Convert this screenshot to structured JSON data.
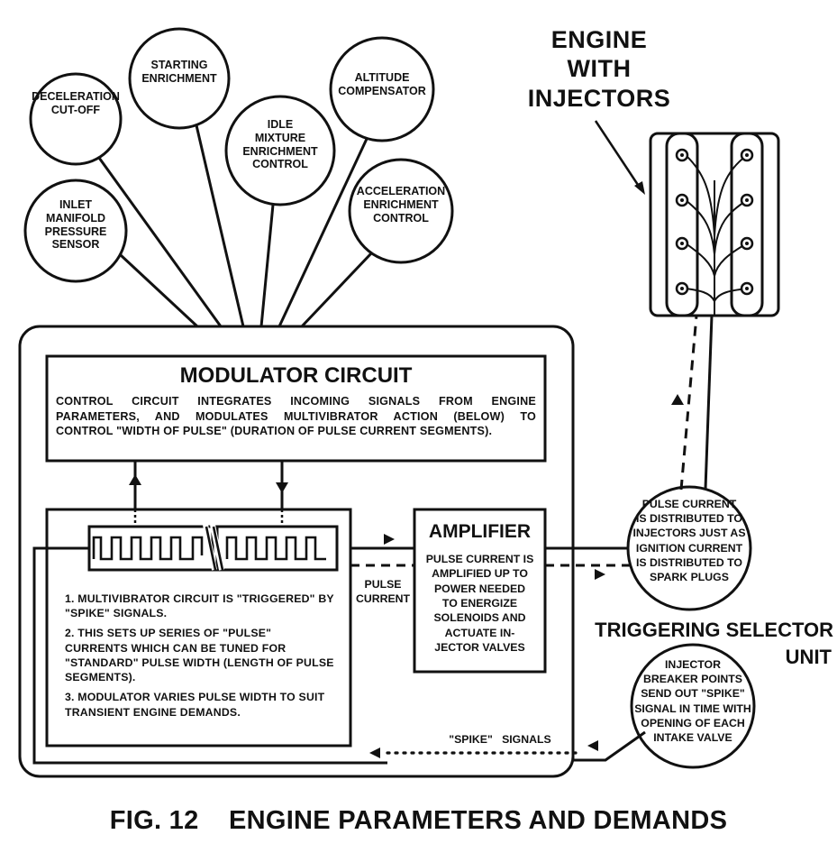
{
  "sensors": {
    "deceleration": [
      "DECELERATION",
      "CUT-OFF"
    ],
    "inlet": [
      "INLET",
      "MANIFOLD",
      "PRESSURE",
      "SENSOR"
    ],
    "starting": [
      "STARTING",
      "ENRICHMENT"
    ],
    "idle": [
      "IDLE",
      "MIXTURE",
      "ENRICHMENT",
      "CONTROL"
    ],
    "altitude": [
      "ALTITUDE",
      "COMPENSATOR"
    ],
    "acceleration": [
      "ACCELERATION",
      "ENRICHMENT",
      "CONTROL"
    ]
  },
  "engine_label": [
    "ENGINE",
    "WITH",
    "INJECTORS"
  ],
  "modulator": {
    "title": "MODULATOR CIRCUIT",
    "text": [
      "CONTROL CIRCUIT INTEGRATES INCOMING SIGNALS FROM ENGINE",
      "PARAMETERS, AND MODULATES MULTIVIBRATOR ACTION (BELOW) TO",
      "CONTROL \"WIDTH OF PULSE\" (DURATION OF PULSE CURRENT SEGMENTS)."
    ]
  },
  "multivibrator": {
    "step1": "1. MULTIVIBRATOR CIRCUIT IS \"TRIGGERED\" BY \"SPIKE\" SIGNALS.",
    "step2": "2. THIS SETS UP SERIES OF \"PULSE\" CURRENTS WHICH CAN BE TUNED FOR \"STANDARD\" PULSE WIDTH (LENGTH OF PULSE SEGMENTS).",
    "step3": "3. MODULATOR VARIES PULSE WIDTH TO SUIT TRANSIENT ENGINE DEMANDS."
  },
  "amplifier": {
    "title": "AMPLIFIER",
    "lines": [
      "PULSE CURRENT IS",
      "AMPLIFIED UP TO",
      "POWER NEEDED",
      "TO ENERGIZE",
      "SOLENOIDS AND",
      "ACTUATE IN-",
      "JECTOR VALVES"
    ]
  },
  "pulse_current_label": [
    "PULSE",
    "CURRENT"
  ],
  "distribution": [
    "PULSE CURRENT",
    "IS DISTRIBUTED TO",
    "INJECTORS JUST AS",
    "IGNITION CURRENT",
    "IS DISTRIBUTED TO",
    "SPARK PLUGS"
  ],
  "selector_label": [
    "TRIGGERING SELECTOR",
    "UNIT"
  ],
  "breaker": [
    "INJECTOR",
    "BREAKER POINTS",
    "SEND OUT \"SPIKE\"",
    "SIGNAL IN TIME WITH",
    "OPENING OF EACH",
    "INTAKE VALVE"
  ],
  "spike_label": "\"SPIKE\"   SIGNALS",
  "caption": "FIG. 12    ENGINE PARAMETERS AND DEMANDS"
}
